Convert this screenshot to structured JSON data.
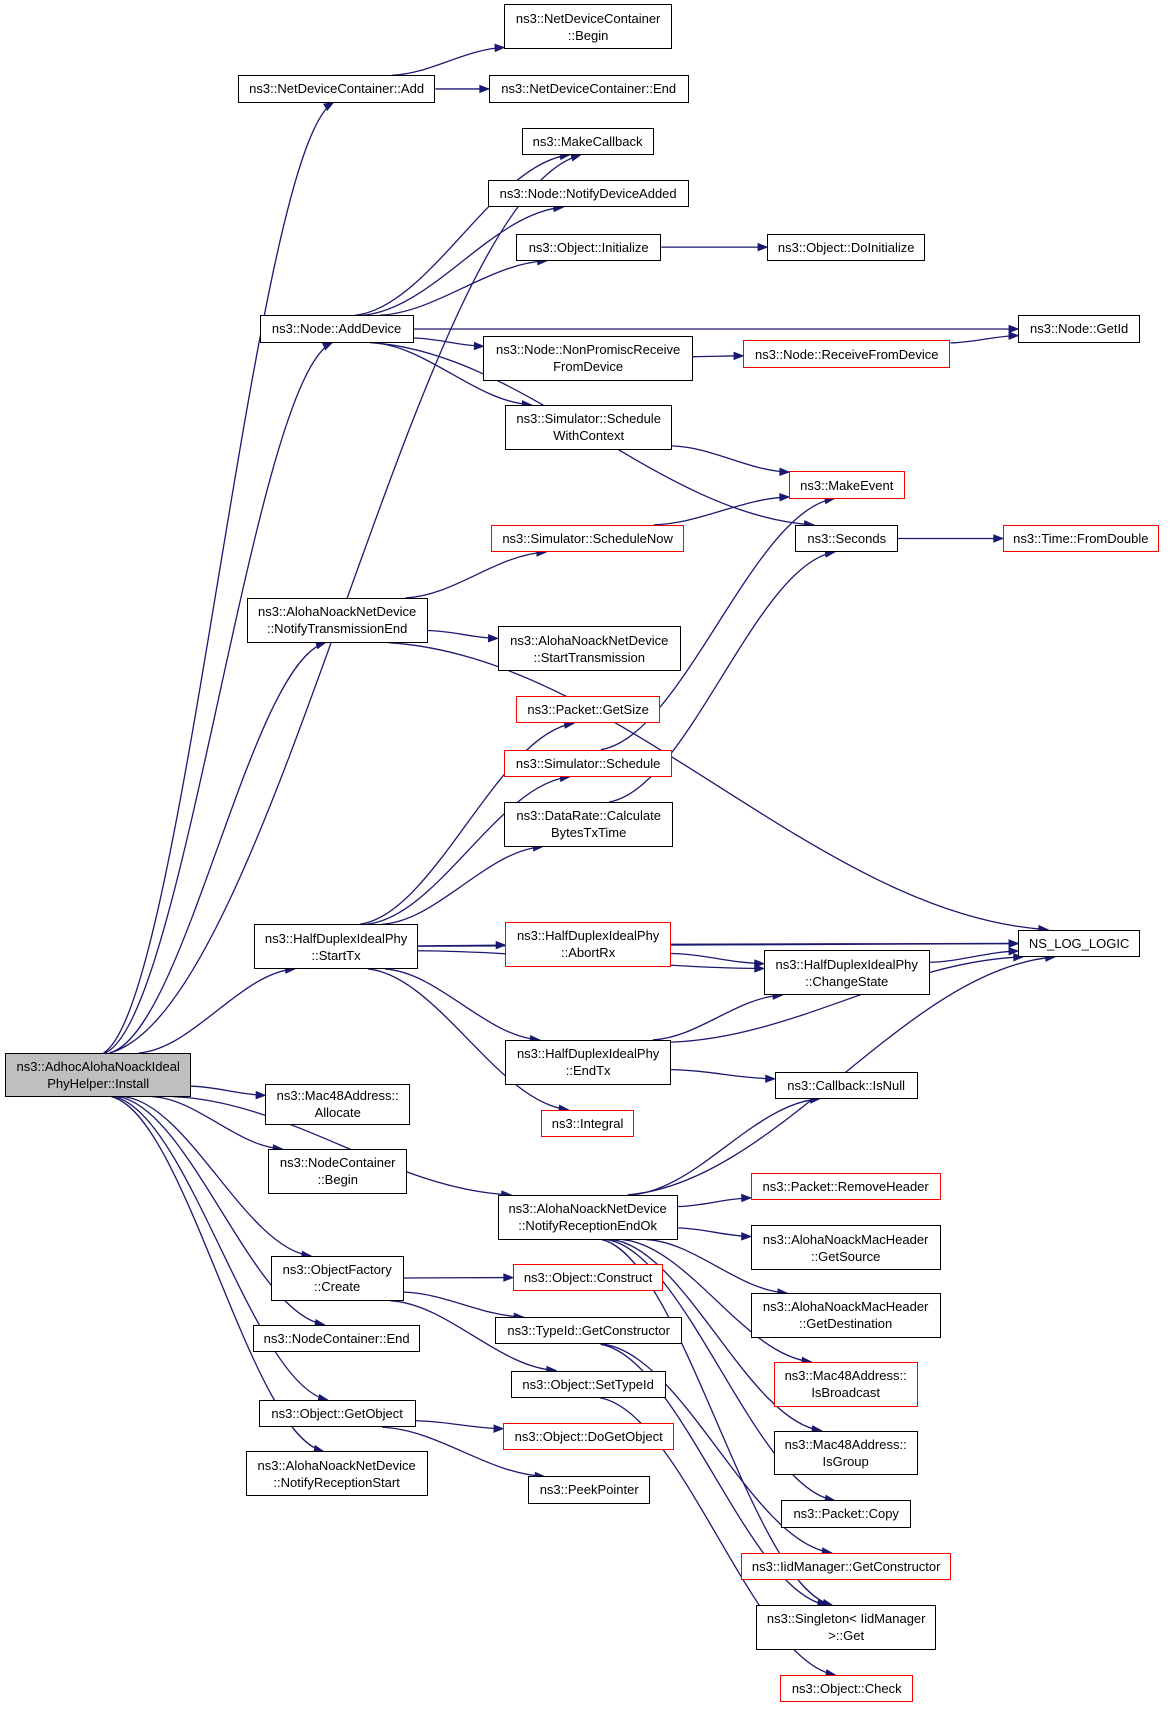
{
  "colors": {
    "edge": "#191970",
    "border": "#000000",
    "external_border": "#ff0000",
    "root_fill": "#bfbfbf"
  },
  "nodes": [
    {
      "id": "root",
      "label": "ns3::AdhocAlohaNoackIdeal\nPhyHelper::Install",
      "style": "root"
    },
    {
      "id": "ndcadd",
      "label": "ns3::NetDeviceContainer::Add",
      "style": "normal"
    },
    {
      "id": "ndcbegin",
      "label": "ns3::NetDeviceContainer\n::Begin",
      "style": "normal"
    },
    {
      "id": "ndcend",
      "label": "ns3::NetDeviceContainer::End",
      "style": "normal"
    },
    {
      "id": "makecb",
      "label": "ns3::MakeCallback",
      "style": "normal"
    },
    {
      "id": "notifydev",
      "label": "ns3::Node::NotifyDeviceAdded",
      "style": "normal"
    },
    {
      "id": "objinit",
      "label": "ns3::Object::Initialize",
      "style": "normal"
    },
    {
      "id": "objdoinit",
      "label": "ns3::Object::DoInitialize",
      "style": "normal"
    },
    {
      "id": "adddevice",
      "label": "ns3::Node::AddDevice",
      "style": "normal"
    },
    {
      "id": "getid",
      "label": "ns3::Node::GetId",
      "style": "normal"
    },
    {
      "id": "nonpromisc",
      "label": "ns3::Node::NonPromiscReceive\nFromDevice",
      "style": "normal"
    },
    {
      "id": "recvfromdev",
      "label": "ns3::Node::ReceiveFromDevice",
      "style": "external"
    },
    {
      "id": "schedctx",
      "label": "ns3::Simulator::Schedule\nWithContext",
      "style": "normal"
    },
    {
      "id": "makeevent",
      "label": "ns3::MakeEvent",
      "style": "external"
    },
    {
      "id": "schednow",
      "label": "ns3::Simulator::ScheduleNow",
      "style": "external"
    },
    {
      "id": "seconds",
      "label": "ns3::Seconds",
      "style": "normal"
    },
    {
      "id": "fromdouble",
      "label": "ns3::Time::FromDouble",
      "style": "external"
    },
    {
      "id": "notifytxend",
      "label": "ns3::AlohaNoackNetDevice\n::NotifyTransmissionEnd",
      "style": "normal"
    },
    {
      "id": "starttrans",
      "label": "ns3::AlohaNoackNetDevice\n::StartTransmission",
      "style": "normal"
    },
    {
      "id": "getsize",
      "label": "ns3::Packet::GetSize",
      "style": "external"
    },
    {
      "id": "simsched",
      "label": "ns3::Simulator::Schedule",
      "style": "external"
    },
    {
      "id": "datarate",
      "label": "ns3::DataRate::Calculate\nBytesTxTime",
      "style": "normal"
    },
    {
      "id": "starttx",
      "label": "ns3::HalfDuplexIdealPhy\n::StartTx",
      "style": "normal"
    },
    {
      "id": "abortrx",
      "label": "ns3::HalfDuplexIdealPhy\n::AbortRx",
      "style": "external"
    },
    {
      "id": "nslog",
      "label": "NS_LOG_LOGIC",
      "style": "normal"
    },
    {
      "id": "changestate",
      "label": "ns3::HalfDuplexIdealPhy\n::ChangeState",
      "style": "normal"
    },
    {
      "id": "endtx",
      "label": "ns3::HalfDuplexIdealPhy\n::EndTx",
      "style": "normal"
    },
    {
      "id": "isnull",
      "label": "ns3::Callback::IsNull",
      "style": "normal"
    },
    {
      "id": "integral",
      "label": "ns3::Integral",
      "style": "external"
    },
    {
      "id": "macalloc",
      "label": "ns3::Mac48Address::\nAllocate",
      "style": "normal"
    },
    {
      "id": "ncbegin",
      "label": "ns3::NodeContainer\n::Begin",
      "style": "normal"
    },
    {
      "id": "notifyrxok",
      "label": "ns3::AlohaNoackNetDevice\n::NotifyReceptionEndOk",
      "style": "normal"
    },
    {
      "id": "removehdr",
      "label": "ns3::Packet::RemoveHeader",
      "style": "external"
    },
    {
      "id": "getsource",
      "label": "ns3::AlohaNoackMacHeader\n::GetSource",
      "style": "normal"
    },
    {
      "id": "getdest",
      "label": "ns3::AlohaNoackMacHeader\n::GetDestination",
      "style": "normal"
    },
    {
      "id": "ofcreate",
      "label": "ns3::ObjectFactory\n::Create",
      "style": "normal"
    },
    {
      "id": "objconstruct",
      "label": "ns3::Object::Construct",
      "style": "external"
    },
    {
      "id": "typeidgetctor",
      "label": "ns3::TypeId::GetConstructor",
      "style": "normal"
    },
    {
      "id": "ncend",
      "label": "ns3::NodeContainer::End",
      "style": "normal"
    },
    {
      "id": "isbroadcast",
      "label": "ns3::Mac48Address::\nIsBroadcast",
      "style": "external"
    },
    {
      "id": "settypeid",
      "label": "ns3::Object::SetTypeId",
      "style": "normal"
    },
    {
      "id": "getobject",
      "label": "ns3::Object::GetObject",
      "style": "normal"
    },
    {
      "id": "dogetobject",
      "label": "ns3::Object::DoGetObject",
      "style": "external"
    },
    {
      "id": "isgroup",
      "label": "ns3::Mac48Address::\nIsGroup",
      "style": "normal"
    },
    {
      "id": "notifyrxstart",
      "label": "ns3::AlohaNoackNetDevice\n::NotifyReceptionStart",
      "style": "normal"
    },
    {
      "id": "peekptr",
      "label": "ns3::PeekPointer",
      "style": "normal"
    },
    {
      "id": "pktcopy",
      "label": "ns3::Packet::Copy",
      "style": "normal"
    },
    {
      "id": "iidgetctor",
      "label": "ns3::IidManager::GetConstructor",
      "style": "external"
    },
    {
      "id": "singleton",
      "label": "ns3::Singleton< IidManager\n>::Get",
      "style": "normal"
    },
    {
      "id": "objcheck",
      "label": "ns3::Object::Check",
      "style": "external"
    }
  ],
  "edges": [
    [
      "root",
      "ndcadd"
    ],
    [
      "root",
      "makecb"
    ],
    [
      "root",
      "adddevice"
    ],
    [
      "root",
      "notifytxend"
    ],
    [
      "root",
      "starttx"
    ],
    [
      "root",
      "notifyrxok"
    ],
    [
      "root",
      "macalloc"
    ],
    [
      "root",
      "ncbegin"
    ],
    [
      "root",
      "ofcreate"
    ],
    [
      "root",
      "ncend"
    ],
    [
      "root",
      "getobject"
    ],
    [
      "root",
      "notifyrxstart"
    ],
    [
      "ndcadd",
      "ndcbegin"
    ],
    [
      "ndcadd",
      "ndcend"
    ],
    [
      "adddevice",
      "makecb"
    ],
    [
      "adddevice",
      "notifydev"
    ],
    [
      "adddevice",
      "objinit"
    ],
    [
      "adddevice",
      "getid"
    ],
    [
      "adddevice",
      "nonpromisc"
    ],
    [
      "adddevice",
      "schedctx"
    ],
    [
      "adddevice",
      "seconds"
    ],
    [
      "objinit",
      "objdoinit"
    ],
    [
      "nonpromisc",
      "recvfromdev"
    ],
    [
      "recvfromdev",
      "getid"
    ],
    [
      "schedctx",
      "makeevent"
    ],
    [
      "schednow",
      "makeevent"
    ],
    [
      "seconds",
      "fromdouble"
    ],
    [
      "notifytxend",
      "schednow"
    ],
    [
      "notifytxend",
      "starttrans"
    ],
    [
      "notifytxend",
      "nslog"
    ],
    [
      "simsched",
      "makeevent"
    ],
    [
      "datarate",
      "seconds"
    ],
    [
      "starttx",
      "getsize"
    ],
    [
      "starttx",
      "simsched"
    ],
    [
      "starttx",
      "datarate"
    ],
    [
      "starttx",
      "nslog"
    ],
    [
      "starttx",
      "abortrx"
    ],
    [
      "starttx",
      "changestate"
    ],
    [
      "starttx",
      "endtx"
    ],
    [
      "starttx",
      "integral"
    ],
    [
      "abortrx",
      "nslog"
    ],
    [
      "abortrx",
      "changestate"
    ],
    [
      "changestate",
      "nslog"
    ],
    [
      "endtx",
      "changestate"
    ],
    [
      "endtx",
      "nslog"
    ],
    [
      "endtx",
      "isnull"
    ],
    [
      "notifyrxok",
      "isnull"
    ],
    [
      "notifyrxok",
      "nslog"
    ],
    [
      "notifyrxok",
      "removehdr"
    ],
    [
      "notifyrxok",
      "getsource"
    ],
    [
      "notifyrxok",
      "getdest"
    ],
    [
      "notifyrxok",
      "isbroadcast"
    ],
    [
      "notifyrxok",
      "isgroup"
    ],
    [
      "notifyrxok",
      "pktcopy"
    ],
    [
      "notifyrxok",
      "singleton"
    ],
    [
      "ofcreate",
      "objconstruct"
    ],
    [
      "ofcreate",
      "typeidgetctor"
    ],
    [
      "ofcreate",
      "settypeid"
    ],
    [
      "typeidgetctor",
      "iidgetctor"
    ],
    [
      "typeidgetctor",
      "singleton"
    ],
    [
      "settypeid",
      "objcheck"
    ],
    [
      "getobject",
      "dogetobject"
    ],
    [
      "getobject",
      "peekptr"
    ]
  ]
}
